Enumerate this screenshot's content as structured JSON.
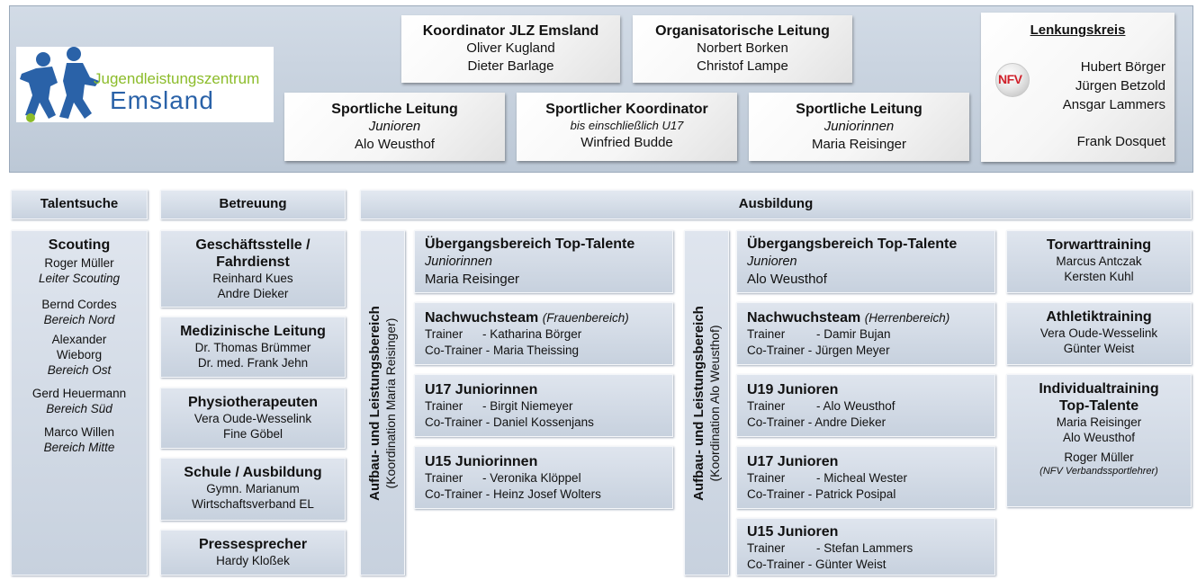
{
  "logo": {
    "line1": "Jugendleistungszentrum",
    "line2": "Emsland",
    "color_blue": "#2a62a8",
    "color_green": "#8cbc2a"
  },
  "header": {
    "koordinator": {
      "title": "Koordinator JLZ Emsland",
      "names": [
        "Oliver Kugland",
        "Dieter Barlage"
      ]
    },
    "organisatorisch": {
      "title": "Organisatorische Leitung",
      "names": [
        "Norbert Borken",
        "Christof Lampe"
      ]
    },
    "sportliche_junioren": {
      "title": "Sportliche Leitung",
      "sub": "Junioren",
      "name": "Alo Weusthof"
    },
    "sportlicher_koordinator": {
      "title": "Sportlicher Koordinator",
      "sub": "bis einschließlich U17",
      "name": "Winfried Budde"
    },
    "sportliche_juniorinnen": {
      "title": "Sportliche Leitung",
      "sub": "Juniorinnen",
      "name": "Maria Reisinger"
    },
    "lenkungskreis": {
      "title": "Lenkungskreis",
      "logo_text": "NFV",
      "names": [
        "Hubert Börger",
        "Jürgen Betzold",
        "Ansgar Lammers"
      ],
      "extra": "Frank Dosquet"
    }
  },
  "sections": {
    "talentsuche": "Talentsuche",
    "betreuung": "Betreuung",
    "ausbildung": "Ausbildung"
  },
  "scouting": {
    "title": "Scouting",
    "entries": [
      {
        "name": "Roger Müller",
        "role": "Leiter Scouting"
      },
      {
        "name": "Bernd Cordes",
        "role": "Bereich Nord"
      },
      {
        "name": "Alexander Wieborg",
        "role": "Bereich Ost"
      },
      {
        "name": "Gerd Heuermann",
        "role": "Bereich Süd"
      },
      {
        "name": "Marco Willen",
        "role": "Bereich Mitte"
      }
    ]
  },
  "betreuung": [
    {
      "title": "Geschäftsstelle / Fahrdienst",
      "names": [
        "Reinhard Kues",
        "Andre Dieker"
      ]
    },
    {
      "title": "Medizinische Leitung",
      "names": [
        "Dr. Thomas Brümmer",
        "Dr. med. Frank Jehn"
      ]
    },
    {
      "title": "Physiotherapeuten",
      "names": [
        "Vera Oude-Wesselink",
        "Fine Göbel"
      ]
    },
    {
      "title": "Schule / Ausbildung",
      "names": [
        "Gymn. Marianum",
        "Wirtschaftsverband EL"
      ]
    },
    {
      "title": "Pressesprecher",
      "names": [
        "Hardy Kloßek"
      ]
    }
  ],
  "vertical_left": {
    "line1": "Aufbau- und Leistungsbereich",
    "line2": "(Koordination Maria Reisinger)"
  },
  "vertical_right": {
    "line1": "Aufbau- und Leistungsbereich",
    "line2": "(Koordination Alo Weusthof)"
  },
  "girls": {
    "top": {
      "title": "Übergangsbereich Top-Talente",
      "sub": "Juniorinnen",
      "name": "Maria Reisinger"
    },
    "nachwuchs": {
      "title": "Nachwuchsteam",
      "sub": "(Frauenbereich)",
      "trainer": "- Katharina Börger",
      "cotrainer": "- Maria Theissing"
    },
    "u17": {
      "title": "U17 Juniorinnen",
      "trainer": "- Birgit Niemeyer",
      "cotrainer": "- Daniel Kossenjans"
    },
    "u15": {
      "title": "U15 Juniorinnen",
      "trainer": "- Veronika Klöppel",
      "cotrainer": "- Heinz Josef Wolters"
    }
  },
  "boys": {
    "top": {
      "title": "Übergangsbereich Top-Talente",
      "sub": "Junioren",
      "name": "Alo Weusthof"
    },
    "nachwuchs": {
      "title": "Nachwuchsteam",
      "sub": "(Herrenbereich)",
      "trainer": "- Damir Bujan",
      "cotrainer": "- Jürgen Meyer"
    },
    "u19": {
      "title": "U19 Junioren",
      "trainer": "- Alo Weusthof",
      "cotrainer": "- Andre Dieker"
    },
    "u17": {
      "title": "U17 Junioren",
      "trainer": "- Micheal Wester",
      "cotrainer": "- Patrick Posipal"
    },
    "u15": {
      "title": "U15 Junioren",
      "trainer": "- Stefan Lammers",
      "cotrainer": "- Günter Weist"
    }
  },
  "labels": {
    "trainer": "Trainer",
    "cotrainer": "Co-Trainer"
  },
  "special": {
    "torwart": {
      "title": "Torwarttraining",
      "names": [
        "Marcus Antczak",
        "Kersten Kuhl"
      ]
    },
    "athletik": {
      "title": "Athletiktraining",
      "names": [
        "Vera Oude-Wesselink",
        "Günter Weist"
      ]
    },
    "individual": {
      "title1": "Individualtraining",
      "title2": "Top-Talente",
      "names": [
        "Maria Reisinger",
        "Alo Weusthof",
        "Roger Müller"
      ],
      "note": "(NFV Verbandssportlehrer)"
    }
  }
}
